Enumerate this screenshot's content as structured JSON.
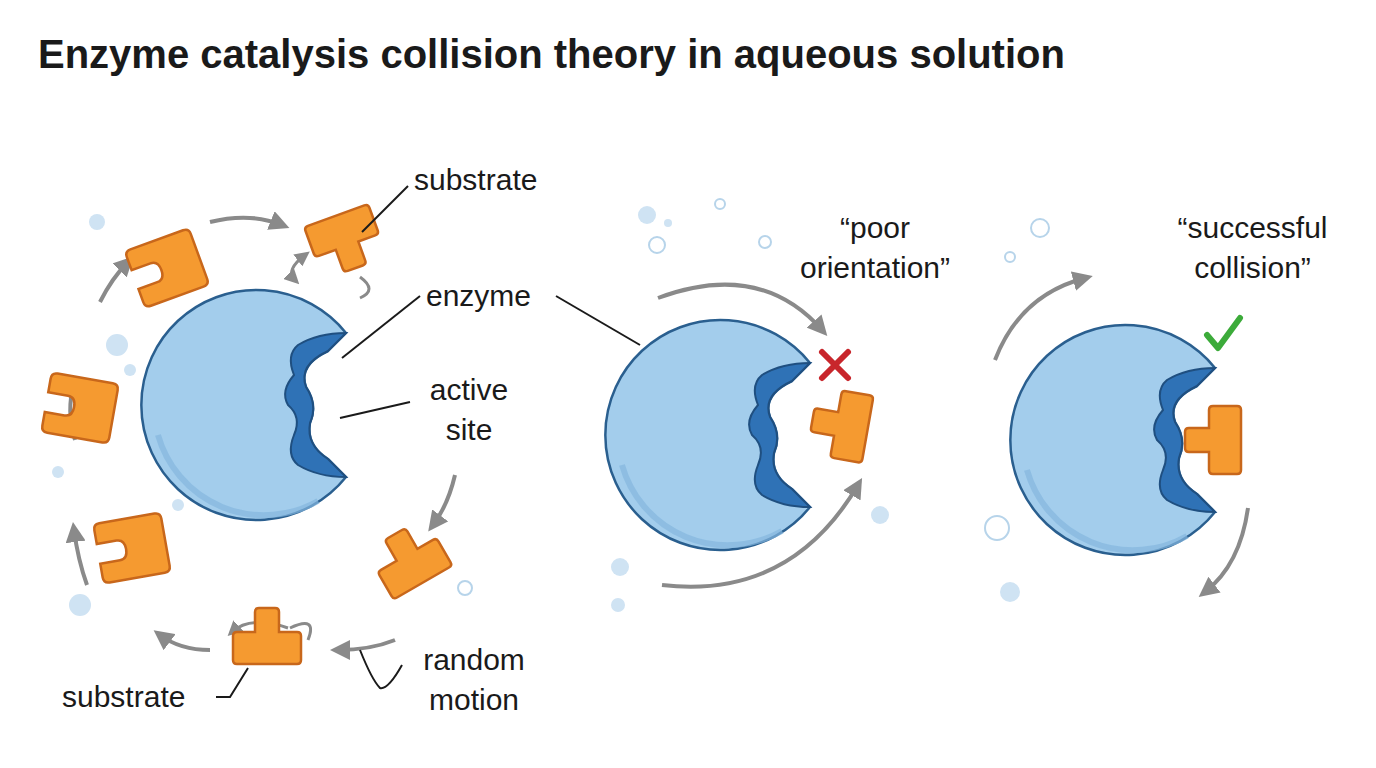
{
  "diagram": {
    "title": "Enzyme catalysis collision theory in aqueous solution",
    "labels": [
      "substrate",
      "enzyme",
      "active site",
      "random motion",
      "substrate",
      "“poor orientation”",
      "“successful collision”"
    ]
  }
}
